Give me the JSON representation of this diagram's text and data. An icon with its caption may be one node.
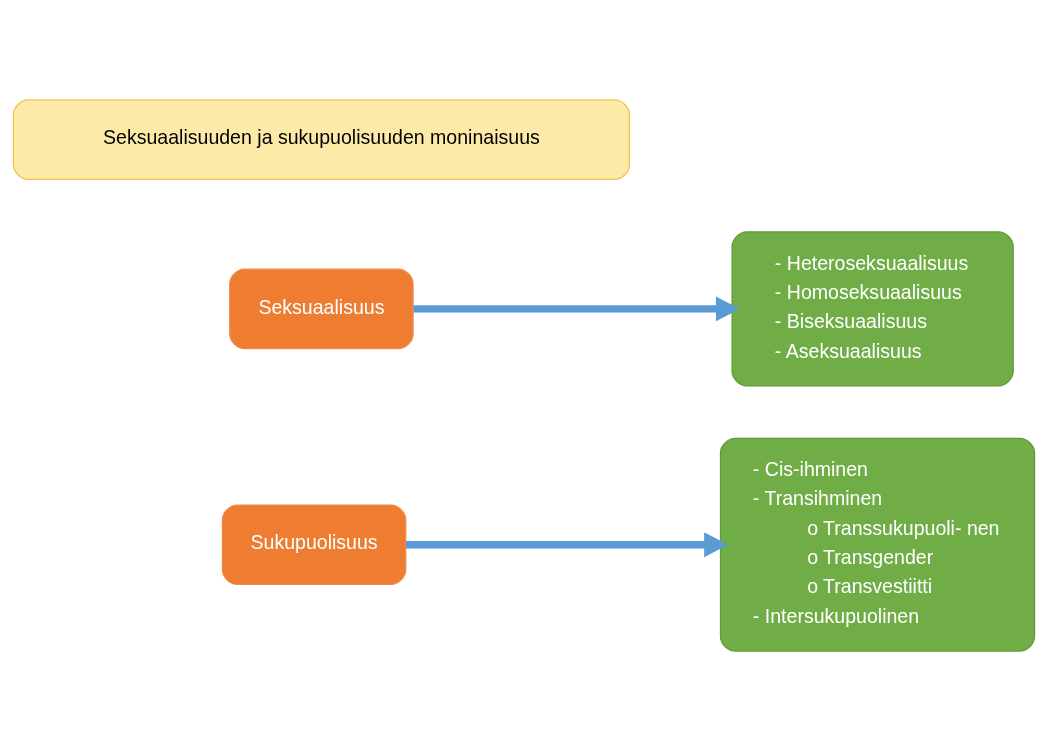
{
  "diagram": {
    "nodes": [
      {
        "text": [
          "Seksuaalisuuden ja sukupuolisuuden moninaisuus"
        ]
      },
      {
        "text": [
          "Seksuaalisuus"
        ]
      },
      {
        "text": [
          "- Heteroseksuaalisuus",
          "- Homoseksuaalisuus",
          "- Biseksuaalisuus",
          "- Aseksuaalisuus"
        ]
      },
      {
        "text": [
          "Sukupuolisuus"
        ]
      },
      {
        "text": [
          "- Cis-ihminen",
          "- Transihminen",
          "o Transsukupuoli- nen",
          "o Transgender",
          "o Transvestiitti",
          "- Intersukupuolinen"
        ]
      }
    ],
    "edges": [
      {
        "from": 1,
        "to": 2,
        "arrow": "to"
      },
      {
        "from": 3,
        "to": 4,
        "arrow": "to"
      }
    ]
  }
}
